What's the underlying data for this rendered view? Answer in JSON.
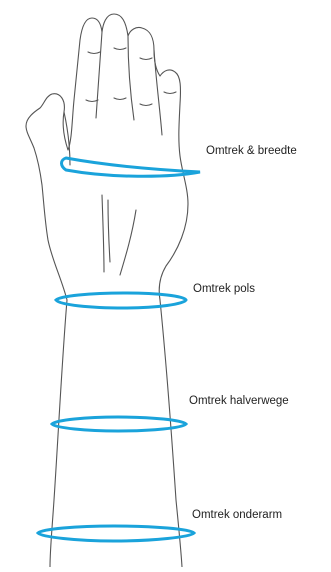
{
  "labels": {
    "hand": "Omtrek & breedte",
    "wrist": "Omtrek pols",
    "halfway": "Omtrek halverwege",
    "forearm": "Omtrek onderarm"
  },
  "colors": {
    "measure_band": "#1aa3db",
    "outline": "#555555",
    "text": "#222222"
  }
}
